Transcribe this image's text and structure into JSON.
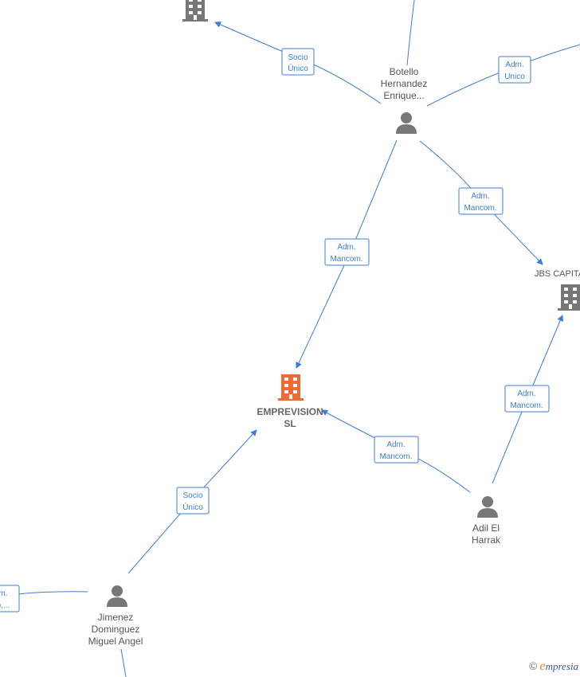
{
  "nodes": {
    "top_company": {
      "label": ""
    },
    "botello": {
      "label": "Botello\nHernandez\nEnrique..."
    },
    "jbs": {
      "label": "JBS CAPITA"
    },
    "emprevision": {
      "label": "EMPREVISION\nSL"
    },
    "adil": {
      "label": "Adil El\nHarrak"
    },
    "jimenez": {
      "label": "Jimenez\nDominguez\nMiguel Angel"
    }
  },
  "edge_labels": {
    "socio_unico_top": [
      "Socio",
      "Único"
    ],
    "adm_unico_right": [
      "Adm.",
      "Unico"
    ],
    "adm_mancom_botello_emp": [
      "Adm.",
      "Mancom."
    ],
    "adm_mancom_botello_jbs": [
      "Adm.",
      "Mancom."
    ],
    "adm_mancom_adil_jbs": [
      "Adm.",
      "Mancom."
    ],
    "adm_mancom_adil_emp": [
      "Adm.",
      "Mancom."
    ],
    "socio_unico_jimenez": [
      "Socio",
      "Único"
    ],
    "clipped_left": [
      "m.",
      "o,..."
    ]
  },
  "colors": {
    "edge": "#3b7dd8",
    "main_company": "#f06a35",
    "company": "#777777",
    "person": "#777777"
  },
  "icons": {
    "company": "building-icon",
    "person": "person-icon"
  },
  "brand": {
    "copyright": "©",
    "initial": "e",
    "name": "mpresia"
  }
}
